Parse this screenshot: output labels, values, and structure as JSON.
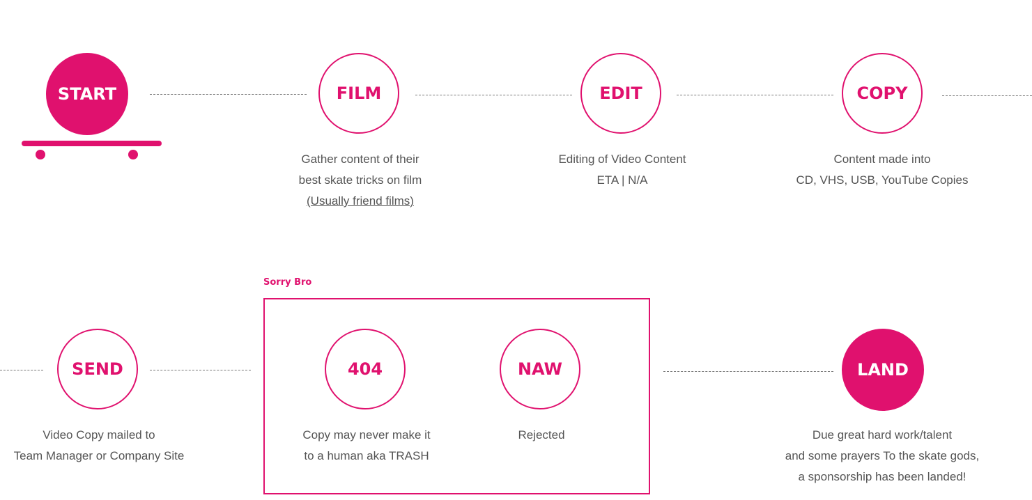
{
  "colors": {
    "accent": "#e0116e",
    "text": "#555555",
    "connector": "#777777"
  },
  "nodes": {
    "start": {
      "label": "START"
    },
    "film": {
      "label": "FILM",
      "desc": [
        "Gather content of their",
        "best skate tricks on film",
        "(Usually friend films)"
      ]
    },
    "edit": {
      "label": "EDIT",
      "desc": [
        "Editing of Video Content",
        "ETA | N/A"
      ]
    },
    "copy": {
      "label": "COPY",
      "desc": [
        "Content made into",
        "CD, VHS, USB, YouTube Copies"
      ]
    },
    "send": {
      "label": "SEND",
      "desc": [
        "Video Copy mailed to",
        "Team Manager or Company Site"
      ]
    },
    "e404": {
      "label": "404",
      "desc": [
        "Copy may never make it",
        "to a human aka TRASH"
      ]
    },
    "naw": {
      "label": "NAW",
      "desc": [
        "Rejected"
      ]
    },
    "land": {
      "label": "LAND",
      "desc": [
        "Due great hard work/talent",
        "and some prayers To the skate gods,",
        "a sponsorship has been landed!"
      ]
    }
  },
  "group": {
    "label": "Sorry Bro"
  }
}
